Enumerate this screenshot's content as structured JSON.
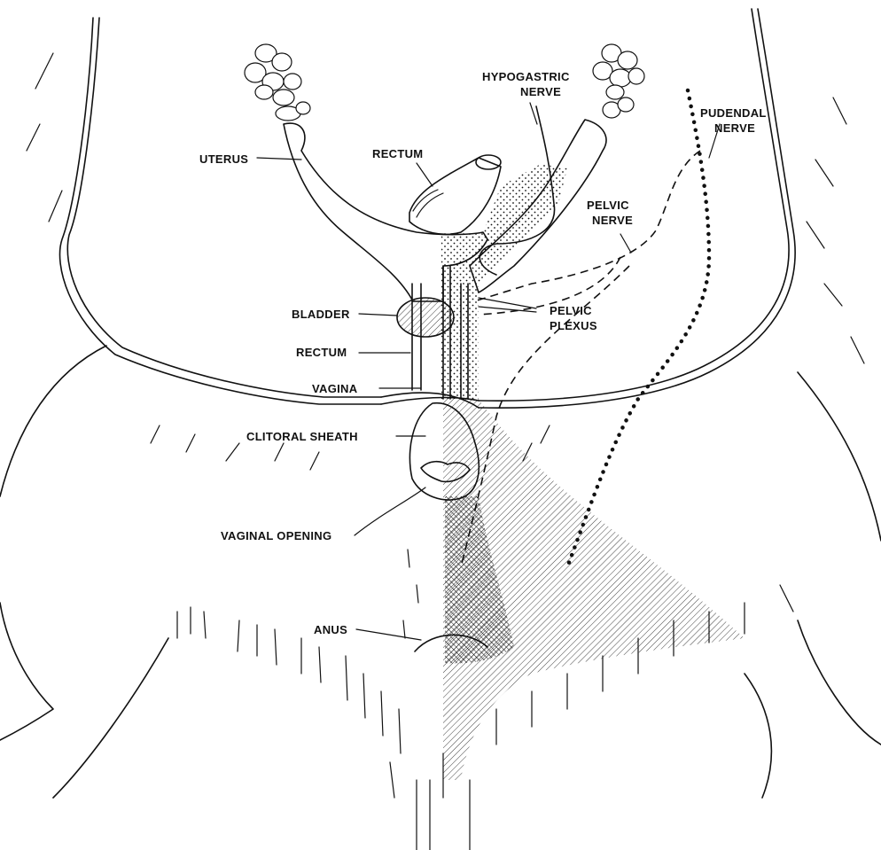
{
  "labels": {
    "uterus": "UTERUS",
    "rectum_top": "RECTUM",
    "hypogastric_1": "HYPOGASTRIC",
    "hypogastric_2": "NERVE",
    "pudendal_1": "PUDENDAL",
    "pudendal_2": "NERVE",
    "pelvic_nerve_1": "PELVIC",
    "pelvic_nerve_2": "NERVE",
    "bladder": "BLADDER",
    "pelvic_plexus_1": "PELVIC",
    "pelvic_plexus_2": "PLEXUS",
    "rectum_mid": "RECTUM",
    "vagina": "VAGINA",
    "clitoral_sheath": "CLITORAL SHEATH",
    "vaginal_opening": "VAGINAL OPENING",
    "anus": "ANUS"
  },
  "colors": {
    "ink": "#111111",
    "background": "#ffffff"
  }
}
